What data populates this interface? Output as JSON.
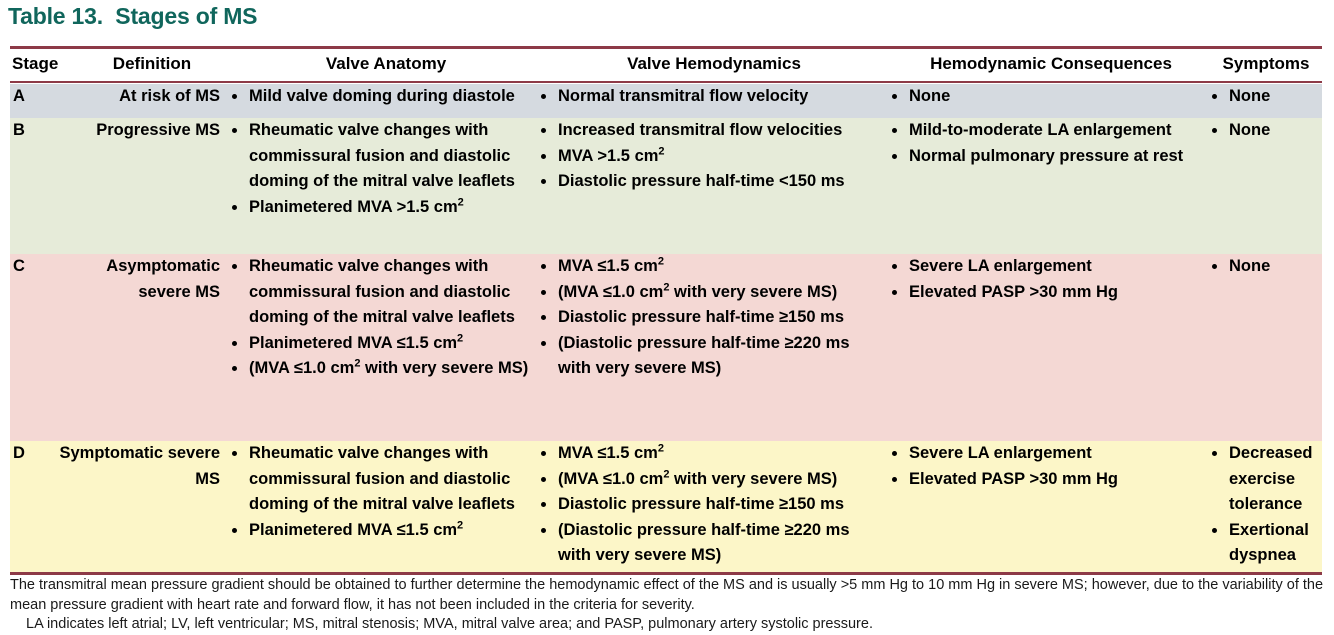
{
  "title": "Table 13.  Stages of MS",
  "colors": {
    "title": "#10665c",
    "rule": "#8d3a47",
    "row_a_bg": "#d5dae0",
    "row_b_bg": "#e6ebd9",
    "row_c_bg": "#f4d8d4",
    "row_d_bg": "#fcf6c8"
  },
  "columns": [
    "Stage",
    "Definition",
    "Valve Anatomy",
    "Valve Hemodynamics",
    "Hemodynamic Consequences",
    "Symptoms"
  ],
  "rows": [
    {
      "stage": "A",
      "definition": "At risk of MS",
      "valve_anatomy": [
        "Mild valve doming during diastole"
      ],
      "valve_hemodynamics": [
        "Normal transmitral flow velocity"
      ],
      "hemodynamic_consequences": [
        "None"
      ],
      "symptoms": [
        "None"
      ]
    },
    {
      "stage": "B",
      "definition": "Progressive MS",
      "valve_anatomy": [
        "Rheumatic valve changes with commissural fusion and diastolic doming of the mitral valve leaflets",
        "Planimetered MVA >1.5 cm<sup>2</sup>"
      ],
      "valve_hemodynamics": [
        "Increased transmitral flow velocities",
        "MVA >1.5 cm<sup>2</sup>",
        "Diastolic pressure half-time <150 ms"
      ],
      "hemodynamic_consequences": [
        "Mild-to-moderate LA enlargement",
        "Normal pulmonary pressure at rest"
      ],
      "symptoms": [
        "None"
      ]
    },
    {
      "stage": "C",
      "definition": "Asymptomatic severe MS",
      "valve_anatomy": [
        "Rheumatic valve changes with commissural fusion and diastolic doming of the mitral valve leaflets",
        "Planimetered MVA ≤1.5 cm<sup>2</sup>",
        "(MVA ≤1.0 cm<sup>2</sup> with very severe MS)"
      ],
      "valve_hemodynamics": [
        "MVA ≤1.5 cm<sup>2</sup>",
        "(MVA ≤1.0 cm<sup>2</sup> with very severe MS)",
        "Diastolic pressure half-time ≥150 ms",
        "(Diastolic pressure half-time ≥220 ms with very severe MS)"
      ],
      "hemodynamic_consequences": [
        "Severe LA enlargement",
        "Elevated PASP >30 mm Hg"
      ],
      "symptoms": [
        "None"
      ]
    },
    {
      "stage": "D",
      "definition": "Symptomatic severe MS",
      "valve_anatomy": [
        "Rheumatic valve changes with commissural fusion and diastolic doming of the mitral valve leaflets",
        "Planimetered MVA ≤1.5 cm<sup>2</sup>"
      ],
      "valve_hemodynamics": [
        "MVA ≤1.5 cm<sup>2</sup>",
        "(MVA ≤1.0 cm<sup>2</sup> with very severe MS)",
        "Diastolic pressure half-time ≥150 ms",
        "(Diastolic pressure half-time ≥220 ms with very severe MS)"
      ],
      "hemodynamic_consequences": [
        "Severe LA enlargement",
        "Elevated PASP >30 mm Hg"
      ],
      "symptoms": [
        "Decreased exercise tolerance",
        "Exertional dyspnea"
      ]
    }
  ],
  "footnotes": {
    "note": "The transmitral mean pressure gradient should be obtained to further determine the hemodynamic effect of the MS and is usually >5 mm Hg to 10 mm Hg in severe MS; however, due to the variability of the mean pressure gradient with heart rate and forward flow, it has not been included in the criteria for severity.",
    "abbreviations": "LA indicates left atrial; LV, left ventricular; MS, mitral stenosis; MVA, mitral valve area; and PASP, pulmonary artery systolic pressure."
  }
}
